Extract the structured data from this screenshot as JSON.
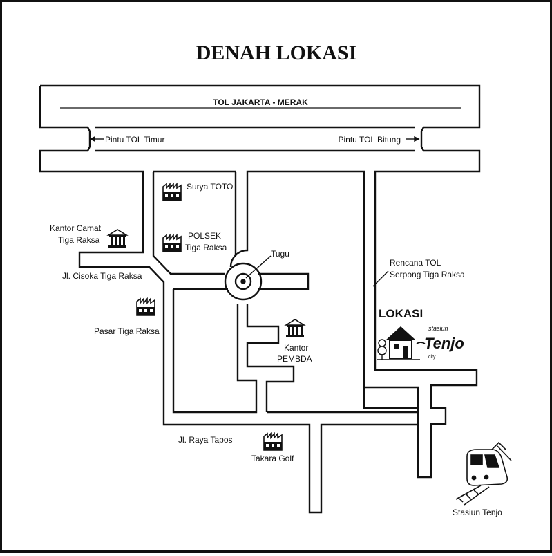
{
  "title": "DENAH LOKASI",
  "roads": {
    "toll": "TOL JAKARTA - MERAK",
    "exit_east": "Pintu TOL Timur",
    "exit_west": "Pintu TOL Bitung",
    "cisoka": "Jl. Cisoka Tiga Raksa",
    "tapos": "Jl. Raya Tapos",
    "planned_toll_1": "Rencana TOL",
    "planned_toll_2": "Serpong Tiga Raksa"
  },
  "landmarks": {
    "surya_toto": "Surya TOTO",
    "polsek_1": "POLSEK",
    "polsek_2": "Tiga Raksa",
    "kantor_camat_1": "Kantor Camat",
    "kantor_camat_2": "Tiga Raksa",
    "pasar": "Pasar Tiga Raksa",
    "tugu": "Tugu",
    "pembda_1": "Kantor",
    "pembda_2": "PEMBDA",
    "takara": "Takara Golf",
    "station": "Stasiun Tenjo"
  },
  "location": {
    "label": "LOKASI",
    "brand_top": "stasiun",
    "brand_main": "Tenjo",
    "brand_sub": "city"
  },
  "icons": {
    "factory": "factory-icon",
    "building": "government-building-icon",
    "house": "house-icon",
    "train": "train-icon"
  },
  "colors": {
    "ink": "#111111",
    "paper": "#ffffff"
  }
}
